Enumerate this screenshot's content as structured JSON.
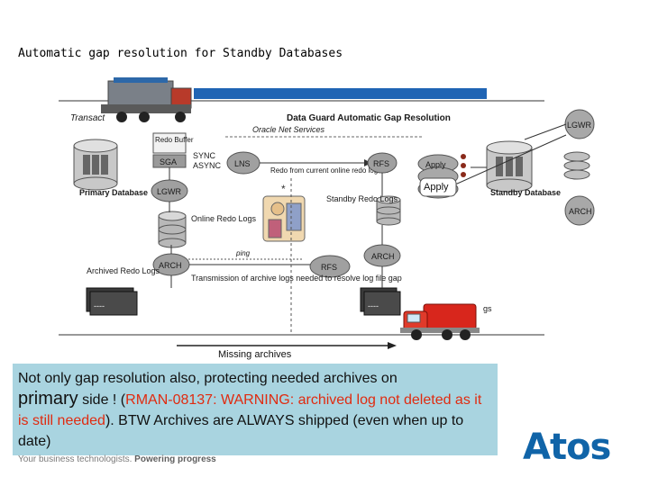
{
  "slide": {
    "title": "Automatic gap resolution for Standby Databases"
  },
  "diagram": {
    "header": "Data Guard Automatic Gap Resolution",
    "transport_label": "Transact",
    "oracle_net": "Oracle Net Services",
    "redo_buffer": "Redo Buffer",
    "sga": "SGA",
    "sync": "SYNC",
    "async": "ASYNC",
    "lns": "LNS",
    "redo_current": "Redo from current online redo log file",
    "rfs_top": "RFS",
    "apply_top": "Apply",
    "apply_bubble": "Apply",
    "primary_db": "Primary Database",
    "standby_db": "Standby Database",
    "lgwr_primary": "LGWR",
    "online_redo": "Online Redo Logs",
    "standby_redo": "Standby Redo Logs",
    "ping": "ping",
    "arch_primary": "ARCH",
    "arch_standby": "ARCH",
    "rfs_bottom": "RFS",
    "archived_redo": "Archived Redo Logs",
    "transmission": "Transmission of archive logs needed to resolve log file gap",
    "lgwr_right": "LGWR",
    "arch_right": "ARCH",
    "missing_archives": "Missing archives",
    "arch_files_left": "----",
    "arch_files_right": "----",
    "trailing_gs": "gs"
  },
  "callout": {
    "part1": "Not only gap resolution also, protecting needed archives on",
    "primary_word": "primary",
    "part2": " side ! (",
    "warning": "RMAN-08137: WARNING: archived log not deleted as it is still needed",
    "part3": "). BTW Archives  are ALWAYS shipped (even when up to date)"
  },
  "footer": {
    "tagline_plain": "Your business technologists.",
    "tagline_bold": "Powering progress",
    "logo": "Atos"
  },
  "colors": {
    "callout_bg": "#a9d4e0",
    "warning": "#e02b10",
    "logo": "#1064a8",
    "header_bar": "#1f64b4",
    "truck_red": "#d8261c"
  }
}
